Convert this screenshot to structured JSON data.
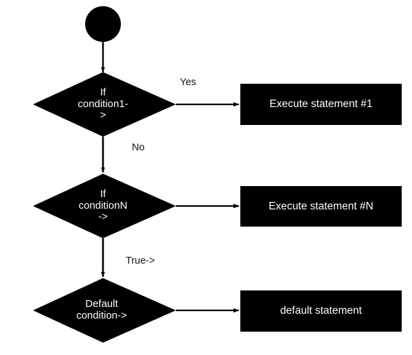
{
  "diagram": {
    "title": "switch-case flowchart",
    "background_color": "#ffffff",
    "shape_fill": "#000000",
    "shape_text_color": "#ffffff",
    "edge_label_color": "#161616"
  },
  "start_node": {
    "name": "start-circle",
    "label": ""
  },
  "decisions": [
    {
      "id": "condition1",
      "label": "If\ncondition1-\n>"
    },
    {
      "id": "conditionN",
      "label": "If\nconditionN\n->"
    },
    {
      "id": "default",
      "label": "Default\ncondition->"
    }
  ],
  "processes": [
    {
      "id": "statement1",
      "label": "Execute statement #1"
    },
    {
      "id": "statementN",
      "label": "Execute statement #N"
    },
    {
      "id": "default-statement",
      "label": "default statement"
    }
  ],
  "edge_labels": [
    {
      "id": "yes",
      "label": "Yes"
    },
    {
      "id": "no",
      "label": "No"
    },
    {
      "id": "true",
      "label": "True->"
    }
  ]
}
